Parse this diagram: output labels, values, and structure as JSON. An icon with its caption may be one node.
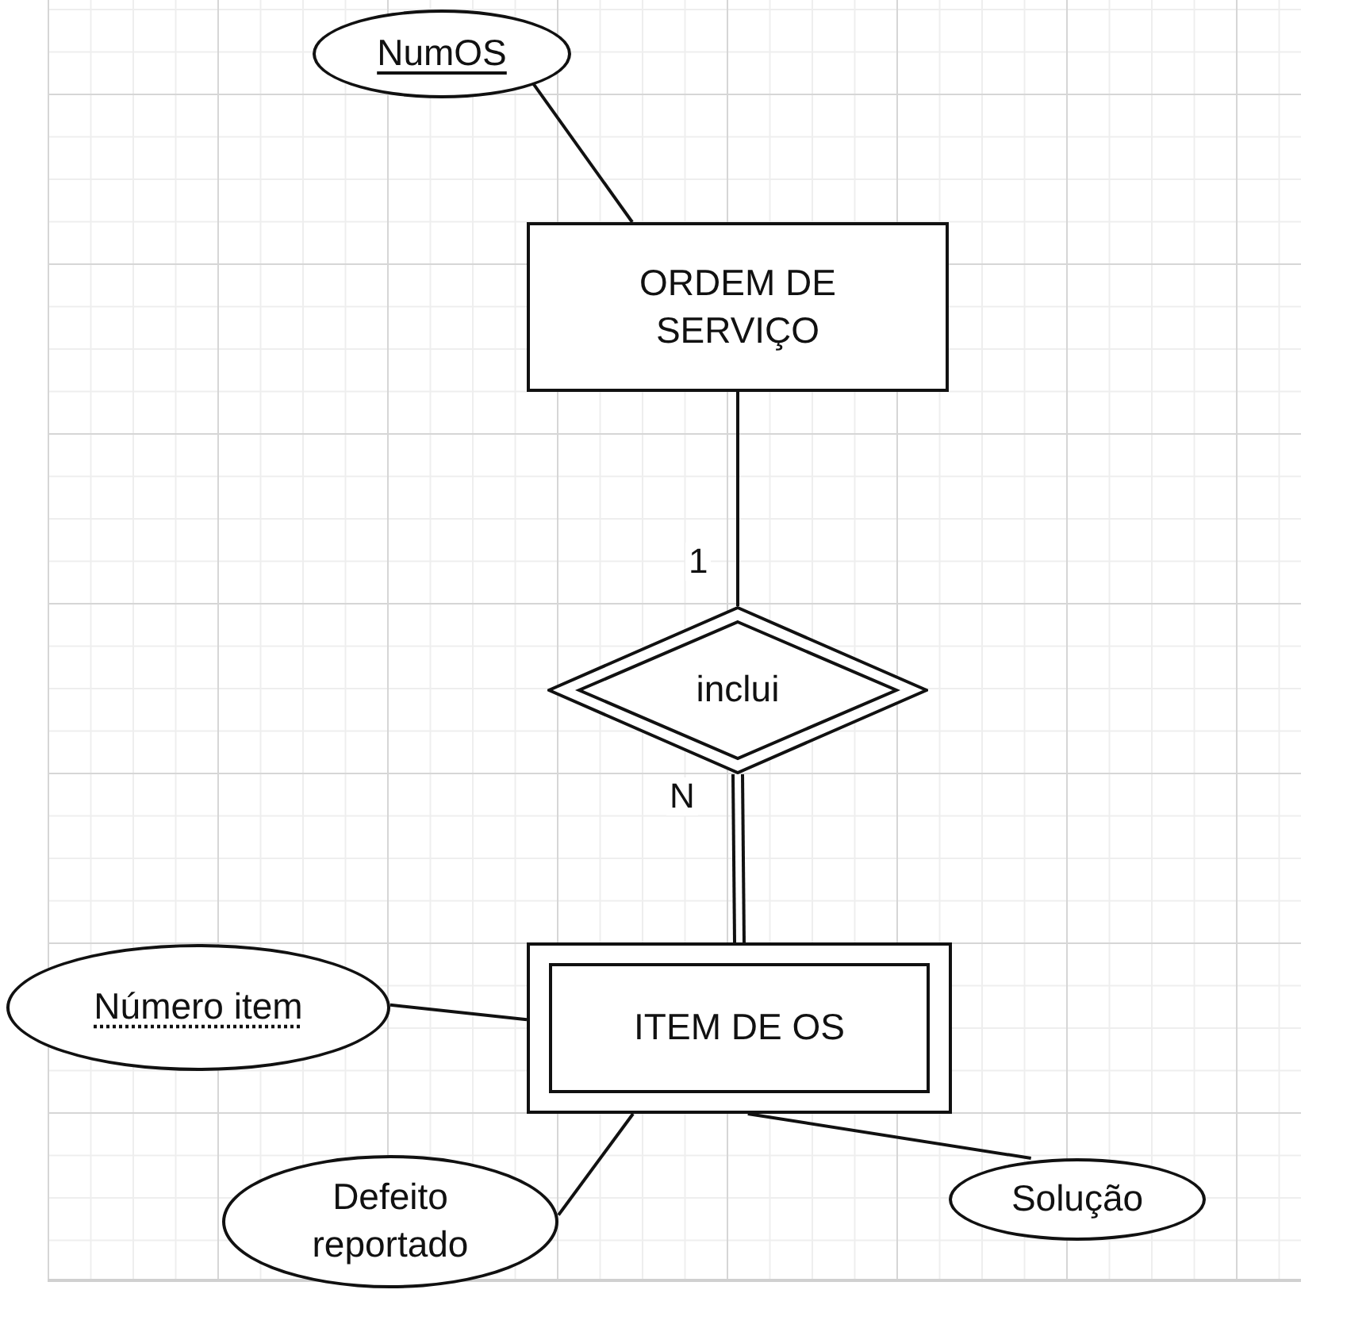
{
  "diagram": {
    "nodes": [
      {
        "text": [
          "NumOS"
        ]
      },
      {
        "text": [
          "ORDEM DE SERVIÇO"
        ]
      },
      {
        "text": [
          "inclui"
        ]
      },
      {
        "text": [
          "ITEM DE OS"
        ]
      },
      {
        "text": [
          "Número item"
        ]
      },
      {
        "text": [
          "Defeito reportado"
        ]
      },
      {
        "text": [
          "Solução"
        ]
      }
    ],
    "edges": [
      {
        "from": 0,
        "to": 1,
        "arrow": "none"
      },
      {
        "from": 1,
        "to": 2,
        "arrow": "none",
        "label": "1"
      },
      {
        "from": 2,
        "to": 3,
        "arrow": "none",
        "label": "N",
        "style": "thick"
      },
      {
        "from": 4,
        "to": 3,
        "arrow": "none"
      },
      {
        "from": 5,
        "to": 3,
        "arrow": "none"
      },
      {
        "from": 6,
        "to": 3,
        "arrow": "none"
      }
    ]
  }
}
